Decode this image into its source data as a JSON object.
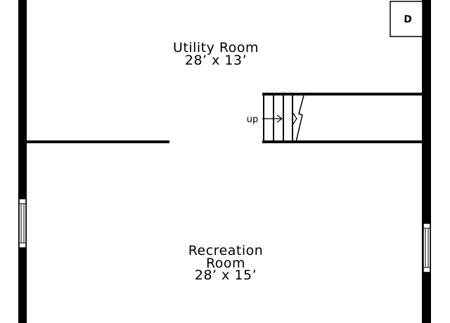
{
  "rooms": {
    "utility": {
      "name": "Utility Room",
      "dimensions": "28’ x 13’"
    },
    "recreation": {
      "name_line1": "Recreation",
      "name_line2": "Room",
      "dimensions": "28’ x 15’"
    }
  },
  "stairs": {
    "label": "up",
    "direction": "right"
  },
  "fixture": {
    "label": "D"
  },
  "colors": {
    "wall": "#000000",
    "background": "#ffffff"
  }
}
